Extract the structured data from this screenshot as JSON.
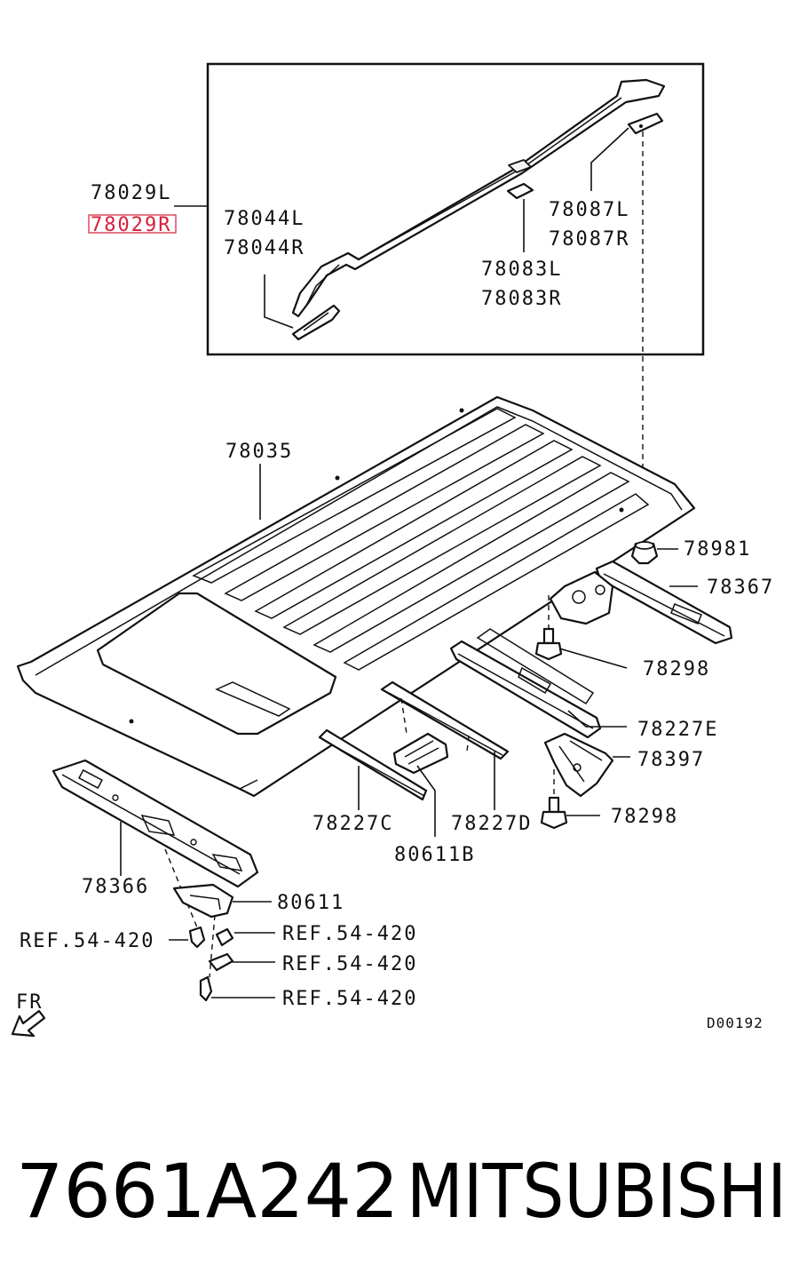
{
  "diagram": {
    "labels": {
      "rail_l": "78029L",
      "rail_r": "78029R",
      "end_cover_l": "78044L",
      "end_cover_r": "78044R",
      "mid_cover_l": "78083L",
      "mid_cover_r": "78083R",
      "rear_cover_l": "78087L",
      "rear_cover_r": "78087R",
      "roof_panel": "78035",
      "grommet": "78981",
      "rear_header": "78367",
      "bolt_upper": "78298",
      "bow_e": "78227E",
      "bracket": "78397",
      "bolt_lower": "78298",
      "bow_c": "78227C",
      "bow_d": "78227D",
      "bracket_b": "80611B",
      "front_header": "78366",
      "bracket_front": "80611",
      "ref_a": "REF.54-420",
      "ref_b": "REF.54-420",
      "ref_c": "REF.54-420",
      "ref_d": "REF.54-420",
      "direction": "FR",
      "drawing_code": "D00192"
    },
    "footer": {
      "part_number": "7661A242",
      "brand": "MITSUBISHI"
    },
    "colors": {
      "line": "#111111",
      "highlight": "#d81e3a"
    }
  }
}
